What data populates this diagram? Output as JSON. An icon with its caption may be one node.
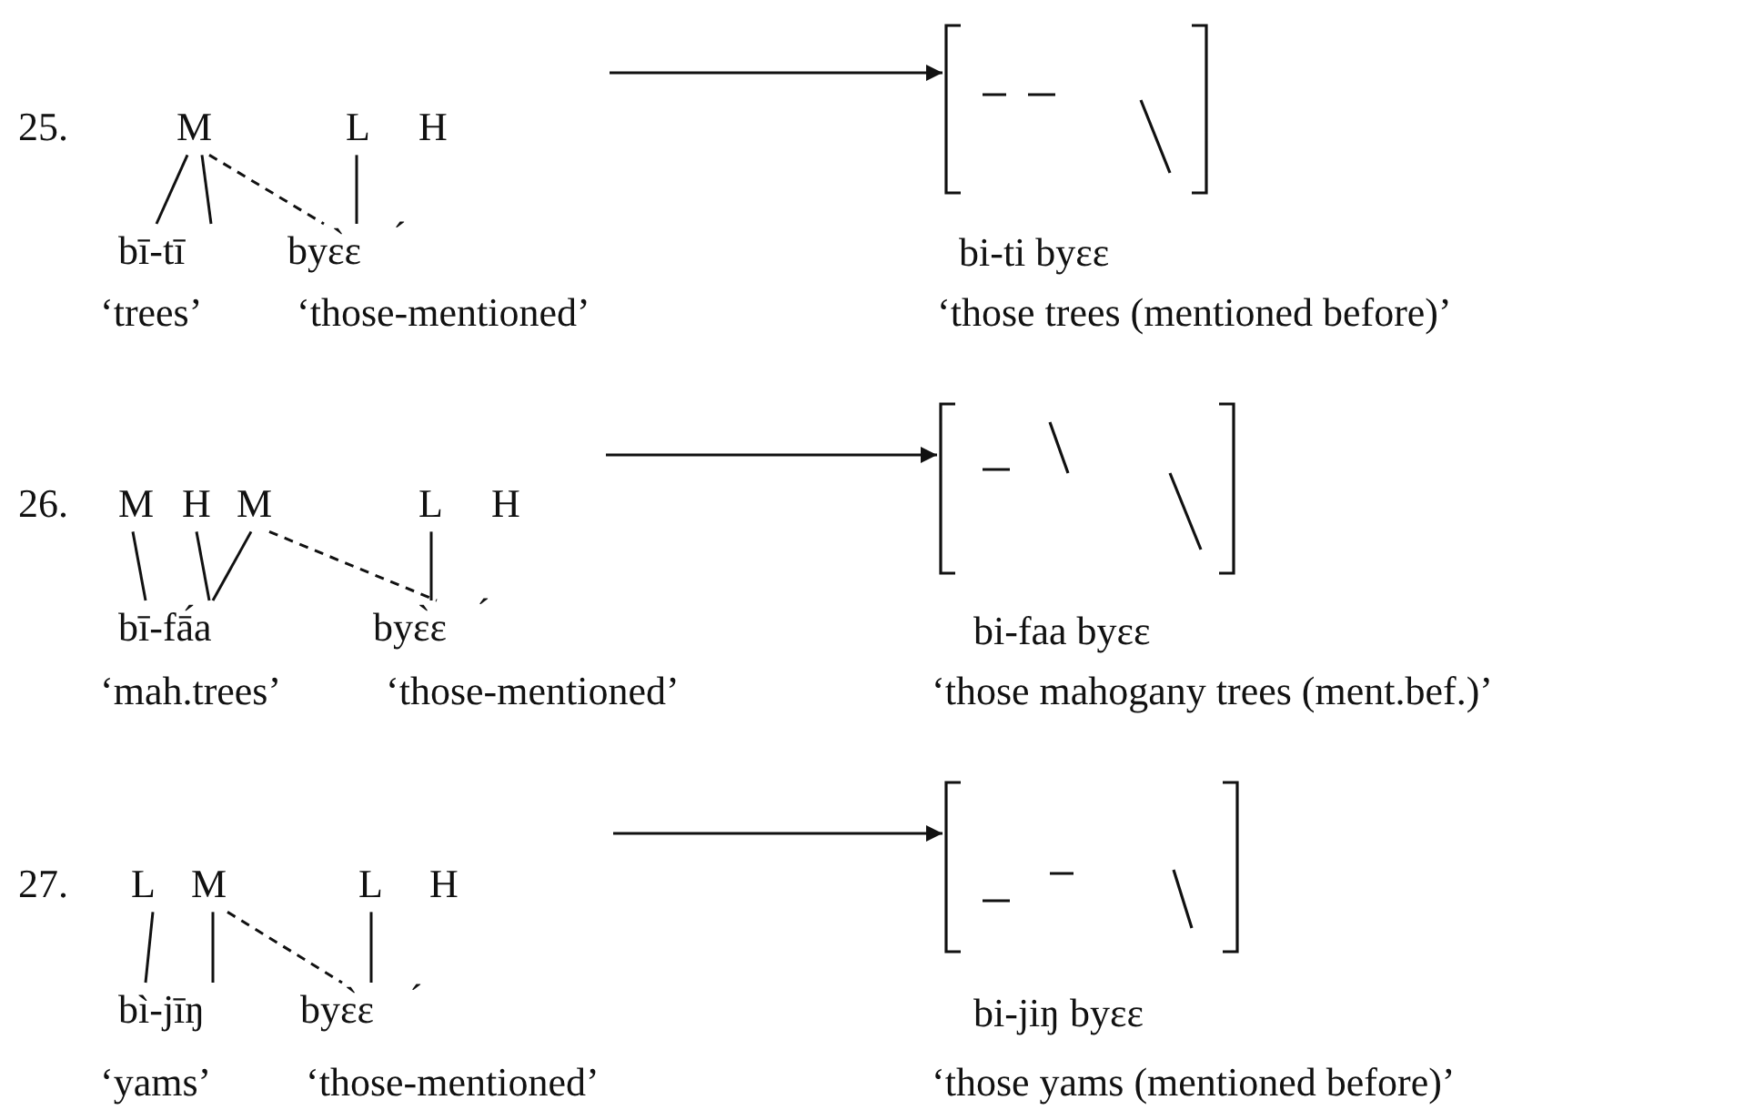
{
  "diagram": {
    "nodes": [
      {
        "text": [
          "M"
        ]
      },
      {
        "text": [
          "L"
        ]
      },
      {
        "text": [
          "bī-tī"
        ],
        "beside": [
          "‘trees’"
        ]
      },
      {
        "text": [
          "byɛ̀ɛ"
        ],
        "beside": [
          "´",
          "‘those-mentioned’"
        ]
      },
      {
        "text": [],
        "shape": "picture",
        "beside": [
          "bi-ti byɛɛ",
          "‘those trees (mentioned before)’"
        ]
      },
      {
        "text": [
          "M"
        ]
      },
      {
        "text": [
          "H"
        ]
      },
      {
        "text": [
          "M"
        ]
      },
      {
        "text": [
          "L"
        ]
      },
      {
        "text": [
          "bī-fā́a"
        ],
        "beside": [
          "‘mah.trees’"
        ]
      },
      {
        "text": [
          "byɛ̀ɛ"
        ],
        "beside": [
          "´",
          "‘those-mentioned’"
        ]
      },
      {
        "text": [],
        "shape": "picture",
        "beside": [
          "bi-faa byɛɛ",
          "‘those mahogany trees (ment.bef.)’"
        ]
      },
      {
        "text": [
          "L"
        ]
      },
      {
        "text": [
          "M"
        ]
      },
      {
        "text": [
          "L"
        ]
      },
      {
        "text": [
          "bì-jīŋ"
        ],
        "beside": [
          "‘yams’"
        ]
      },
      {
        "text": [
          "byɛ̀ɛ"
        ],
        "beside": [
          "´",
          "‘those-mentioned’"
        ]
      },
      {
        "text": [],
        "shape": "picture",
        "beside": [
          "bi-jiŋ byɛɛ",
          "‘those yams (mentioned before)’"
        ]
      }
    ],
    "edges": [
      {
        "from": 0,
        "to": 2,
        "arrow": "none"
      },
      {
        "from": 0,
        "to": 2,
        "arrow": "none"
      },
      {
        "from": 0,
        "to": 3,
        "arrow": "none",
        "style": "dashed"
      },
      {
        "from": 1,
        "to": 3,
        "arrow": "none"
      },
      {
        "from": null,
        "to": 4,
        "arrow": "to"
      },
      {
        "from": 5,
        "to": 9,
        "arrow": "none"
      },
      {
        "from": 6,
        "to": 9,
        "arrow": "none"
      },
      {
        "from": 7,
        "to": 9,
        "arrow": "none"
      },
      {
        "from": 7,
        "to": 10,
        "arrow": "none",
        "style": "dashed"
      },
      {
        "from": 8,
        "to": 10,
        "arrow": "none"
      },
      {
        "from": null,
        "to": 11,
        "arrow": "to"
      },
      {
        "from": 12,
        "to": 15,
        "arrow": "none"
      },
      {
        "from": 13,
        "to": 15,
        "arrow": "none"
      },
      {
        "from": 13,
        "to": 16,
        "arrow": "none",
        "style": "dashed"
      },
      {
        "from": 14,
        "to": 16,
        "arrow": "none"
      },
      {
        "from": null,
        "to": 17,
        "arrow": "to"
      }
    ],
    "labels": [
      "25.",
      "H",
      "26.",
      "H",
      "27.",
      "H"
    ]
  }
}
